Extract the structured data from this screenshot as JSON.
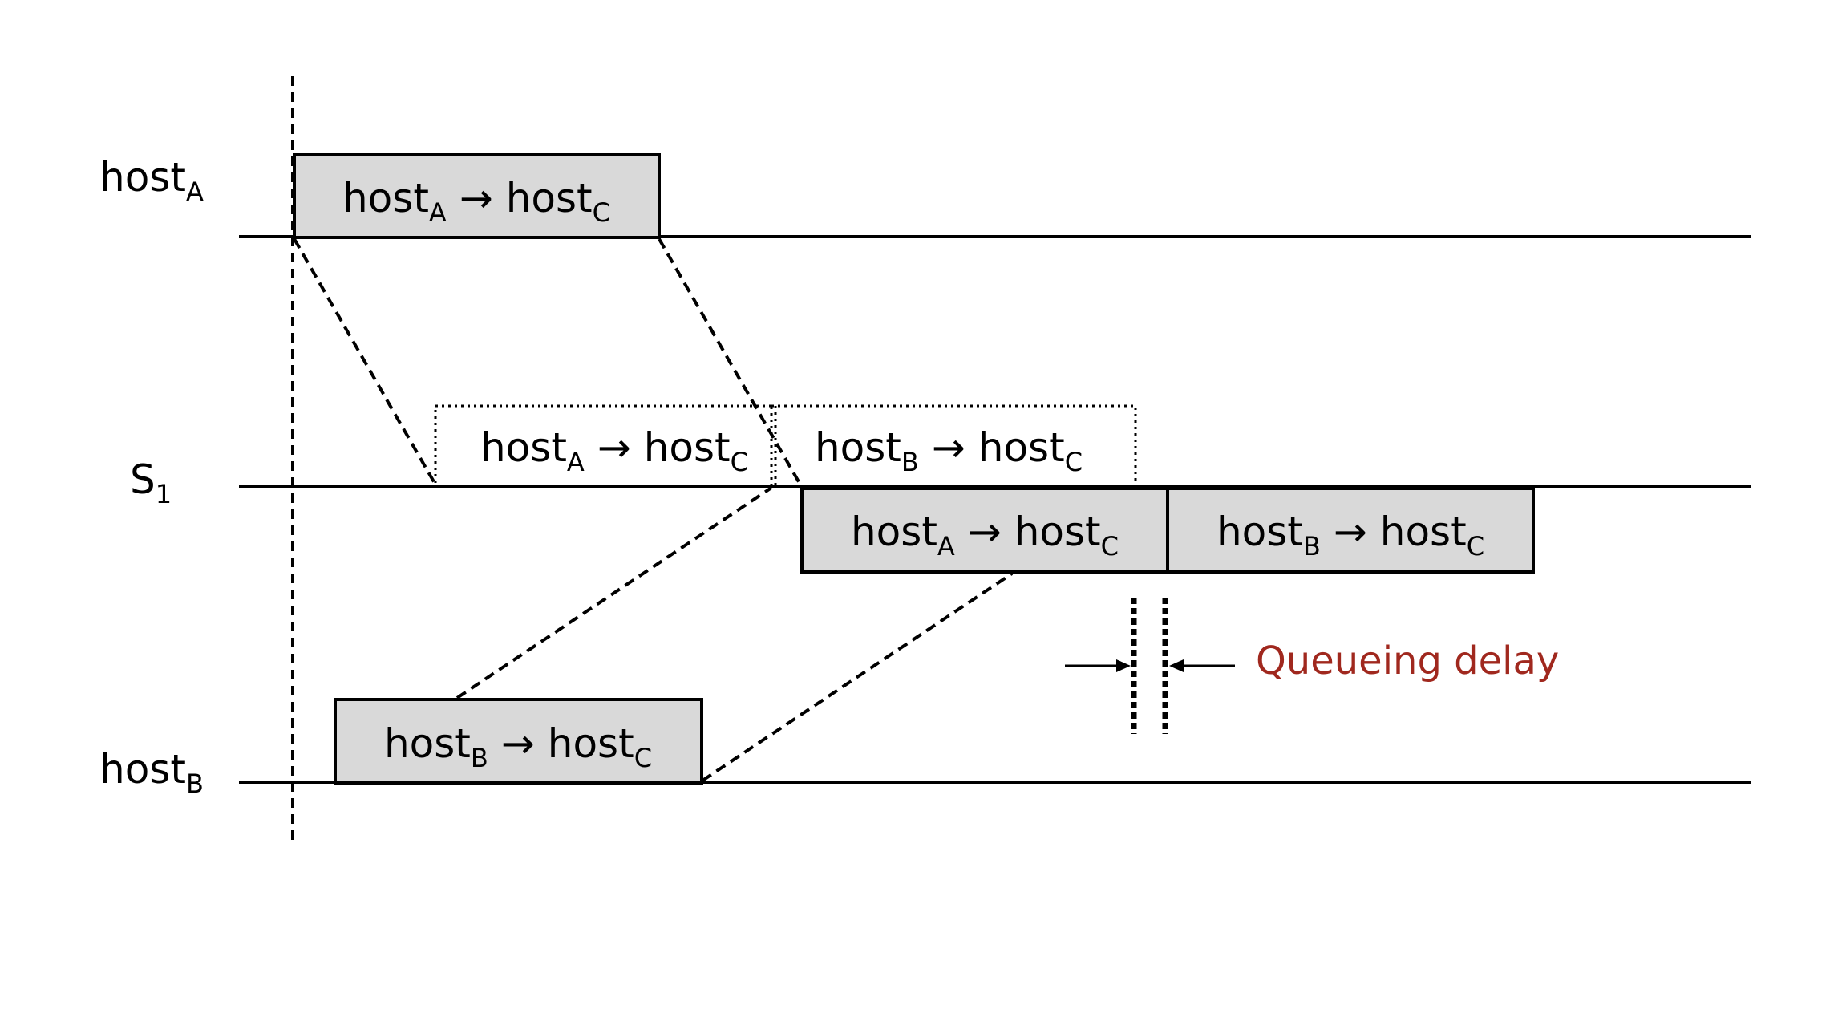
{
  "rows": {
    "host_a": {
      "base": "host",
      "sub": "A"
    },
    "s1": {
      "base": "S",
      "sub": "1"
    },
    "host_b": {
      "base": "host",
      "sub": "B"
    }
  },
  "packets": {
    "a_to_c": {
      "src": "host",
      "src_sub": "A",
      "arrow": "→",
      "dst": "host",
      "dst_sub": "C"
    },
    "b_to_c": {
      "src": "host",
      "src_sub": "B",
      "arrow": "→",
      "dst": "host",
      "dst_sub": "C"
    }
  },
  "annotation": {
    "queueing_delay": "Queueing delay"
  },
  "colors": {
    "line": "#000000",
    "packet_fill": "#d9d9d9",
    "annotation": "#a0281e"
  }
}
